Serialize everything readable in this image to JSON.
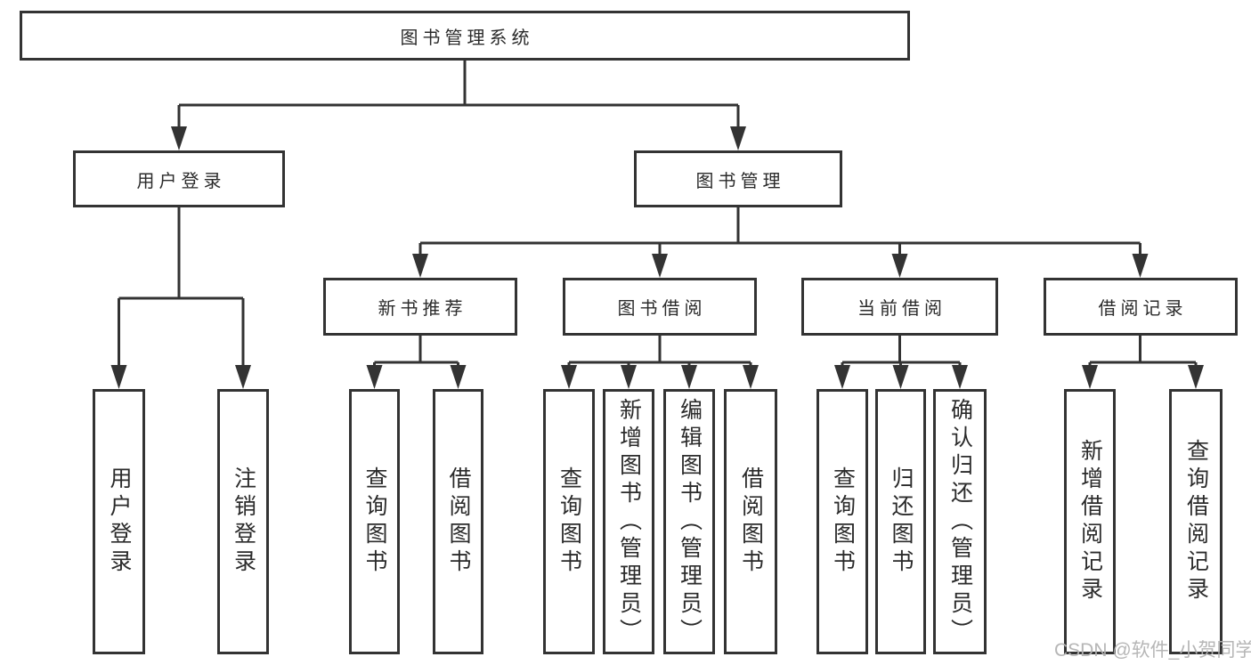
{
  "diagram_title": "图书管理系统",
  "tree": {
    "label": "图书管理系统",
    "children": [
      {
        "label": "用户登录",
        "children": [
          {
            "label": "用户登录"
          },
          {
            "label": "注销登录"
          }
        ]
      },
      {
        "label": "图书管理",
        "children": [
          {
            "label": "新书推荐",
            "children": [
              {
                "label": "查询图书"
              },
              {
                "label": "借阅图书"
              }
            ]
          },
          {
            "label": "图书借阅",
            "children": [
              {
                "label": "查询图书"
              },
              {
                "label": "新增图书（管理员）"
              },
              {
                "label": "编辑图书（管理员）"
              },
              {
                "label": "借阅图书"
              }
            ]
          },
          {
            "label": "当前借阅",
            "children": [
              {
                "label": "查询图书"
              },
              {
                "label": "归还图书"
              },
              {
                "label": "确认归还（管理员）"
              }
            ]
          },
          {
            "label": "借阅记录",
            "children": [
              {
                "label": "新增借阅记录"
              },
              {
                "label": "查询借阅记录"
              }
            ]
          }
        ]
      }
    ]
  },
  "watermark": "CSDN @软件_小贺同学",
  "colors": {
    "line": "#333333",
    "box_border": "#333333",
    "text": "#2b2b2b",
    "background": "#ffffff",
    "watermark": "#b2b2b2"
  }
}
